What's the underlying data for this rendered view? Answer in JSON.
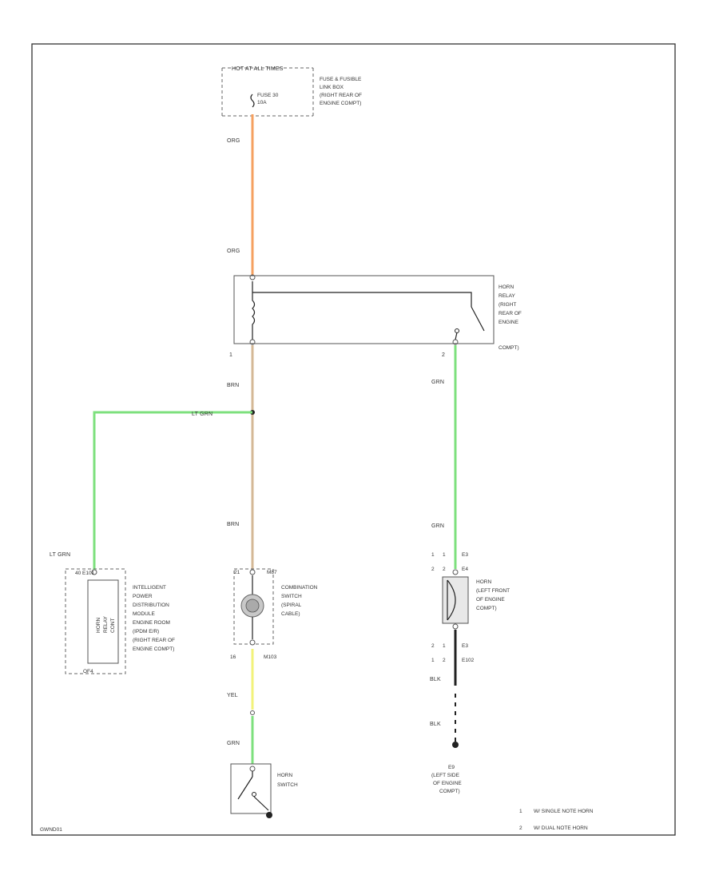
{
  "colors": {
    "wire_orange": "#f5a060",
    "wire_brown": "#d4b896",
    "wire_green": "#7de07d",
    "wire_yellow": "#f2f27a",
    "wire_black": "#222222"
  },
  "fuse_box": {
    "header": "HOT AT ALL TIMES",
    "fuse_label": [
      "FUSE 30",
      "10A"
    ],
    "description": [
      "FUSE & FUSIBLE",
      "LINK BOX",
      "(RIGHT REAR OF",
      "ENGINE COMPT)"
    ]
  },
  "horn_relay": {
    "description": [
      "HORN",
      "RELAY",
      "(RIGHT",
      "REAR OF",
      "ENGINE",
      "COMPT)"
    ],
    "pin_left": "1",
    "pin_right": "2"
  },
  "ipdm": {
    "connector": "40  E101",
    "bottom_label": "OF4",
    "inner_text": [
      "HORN",
      "RELAY",
      "CONT"
    ],
    "description": [
      "INTELLIGENT",
      "POWER",
      "DISTRIBUTION",
      "MODULE",
      "ENGINE ROOM",
      "(IPDM E/R)",
      "(RIGHT REAR OF",
      "ENGINE COMPT)"
    ]
  },
  "combination_switch": {
    "connector": "M87",
    "pin_top": "21",
    "pin_bottom": "16",
    "bottom_connector": "M103",
    "description": [
      "COMBINATION",
      "SWITCH",
      "(SPIRAL",
      "CABLE)"
    ]
  },
  "horn": {
    "connector_rows_top": [
      [
        "1",
        "1",
        "E3"
      ],
      [
        "2",
        "2",
        "E4"
      ]
    ],
    "connector_rows_bottom": [
      [
        "2",
        "1",
        "E3"
      ],
      [
        "1",
        "2",
        "E102"
      ]
    ],
    "description": [
      "HORN",
      "(LEFT FRONT",
      "OF ENGINE",
      "COMPT)"
    ]
  },
  "ground": {
    "id": "E9",
    "description": [
      "(LEFT SIDE",
      "OF ENGINE",
      "COMPT)"
    ]
  },
  "horn_switch": {
    "description": [
      "HORN",
      "SWITCH"
    ]
  },
  "wires": {
    "org_upper": "ORG",
    "org_lower": "ORG",
    "brn_upper": "BRN",
    "lt_grn_branch": "LT GRN",
    "lt_grn_ipdm": "LT GRN",
    "brn_lower": "BRN",
    "yel": "YEL",
    "grn_horn_switch": "GRN",
    "grn_right_upper": "GRN",
    "grn_right_lower": "GRN",
    "blk_upper": "BLK",
    "blk_lower": "BLK"
  },
  "footnotes": [
    {
      "num": "1",
      "text": "W/ SINGLE NOTE HORN"
    },
    {
      "num": "2",
      "text": "W/ DUAL NOTE HORN"
    }
  ],
  "diagram_id": "GWND01"
}
